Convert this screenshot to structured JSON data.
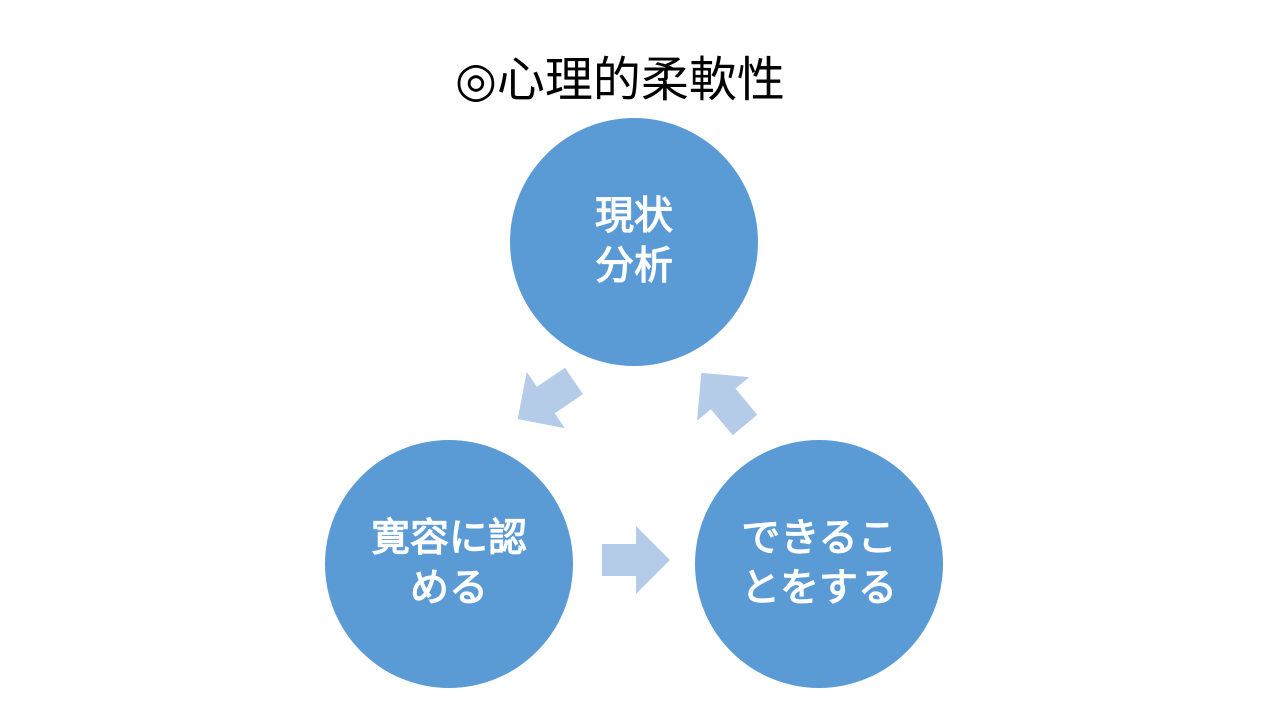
{
  "title": "◎心理的柔軟性",
  "colors": {
    "node_fill": "#5B9BD5",
    "arrow_fill": "#B4CCE8",
    "text_on_node": "#FFFFFF",
    "title_text": "#000000"
  },
  "cycle": {
    "nodes": [
      {
        "id": "top",
        "label": "現状分析"
      },
      {
        "id": "left",
        "label": "寛容に認める"
      },
      {
        "id": "right",
        "label": "できることをする"
      }
    ],
    "flow": [
      {
        "from": "top",
        "to": "left"
      },
      {
        "from": "left",
        "to": "right"
      },
      {
        "from": "right",
        "to": "top"
      }
    ]
  }
}
